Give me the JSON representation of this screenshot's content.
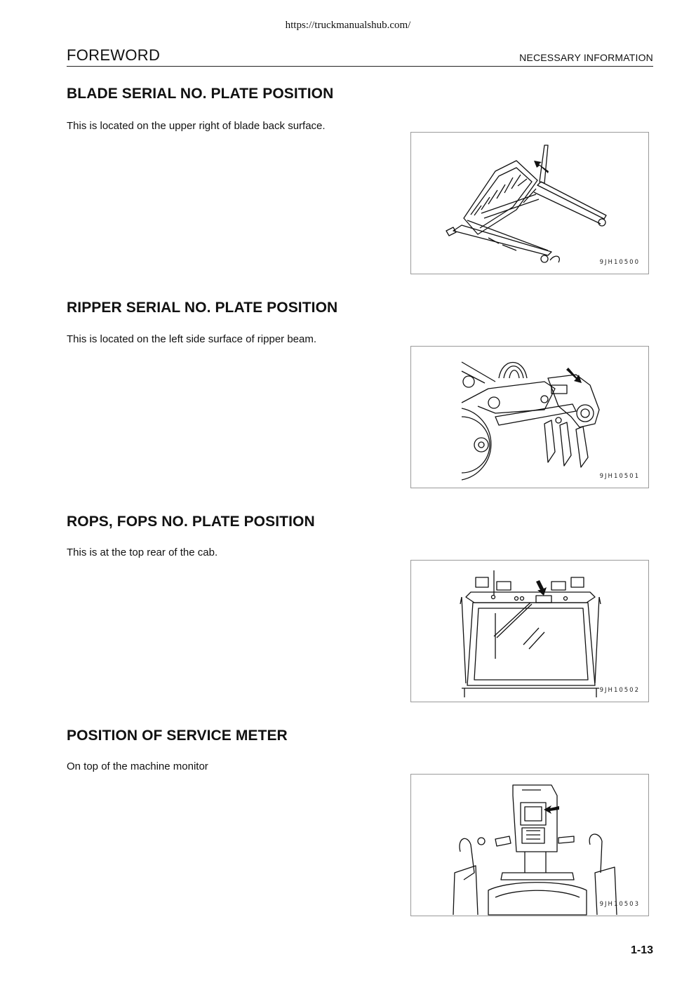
{
  "source_url": "https://truckmanualshub.com/",
  "header": {
    "left": "FOREWORD",
    "right": "NECESSARY INFORMATION"
  },
  "sections": [
    {
      "title": "BLADE SERIAL NO. PLATE POSITION",
      "text": "This is located on the upper right of blade back surface.",
      "figure_code": "9JH10500"
    },
    {
      "title": "RIPPER SERIAL NO. PLATE POSITION",
      "text": "This is located on the left side surface of ripper beam.",
      "figure_code": "9JH10501"
    },
    {
      "title": "ROPS, FOPS NO. PLATE POSITION",
      "text": "This is at the top rear of the cab.",
      "figure_code": "9JH10502"
    },
    {
      "title": "POSITION OF SERVICE METER",
      "text": "On top of the machine monitor",
      "figure_code": "9JH10503"
    }
  ],
  "page_number": "1-13"
}
